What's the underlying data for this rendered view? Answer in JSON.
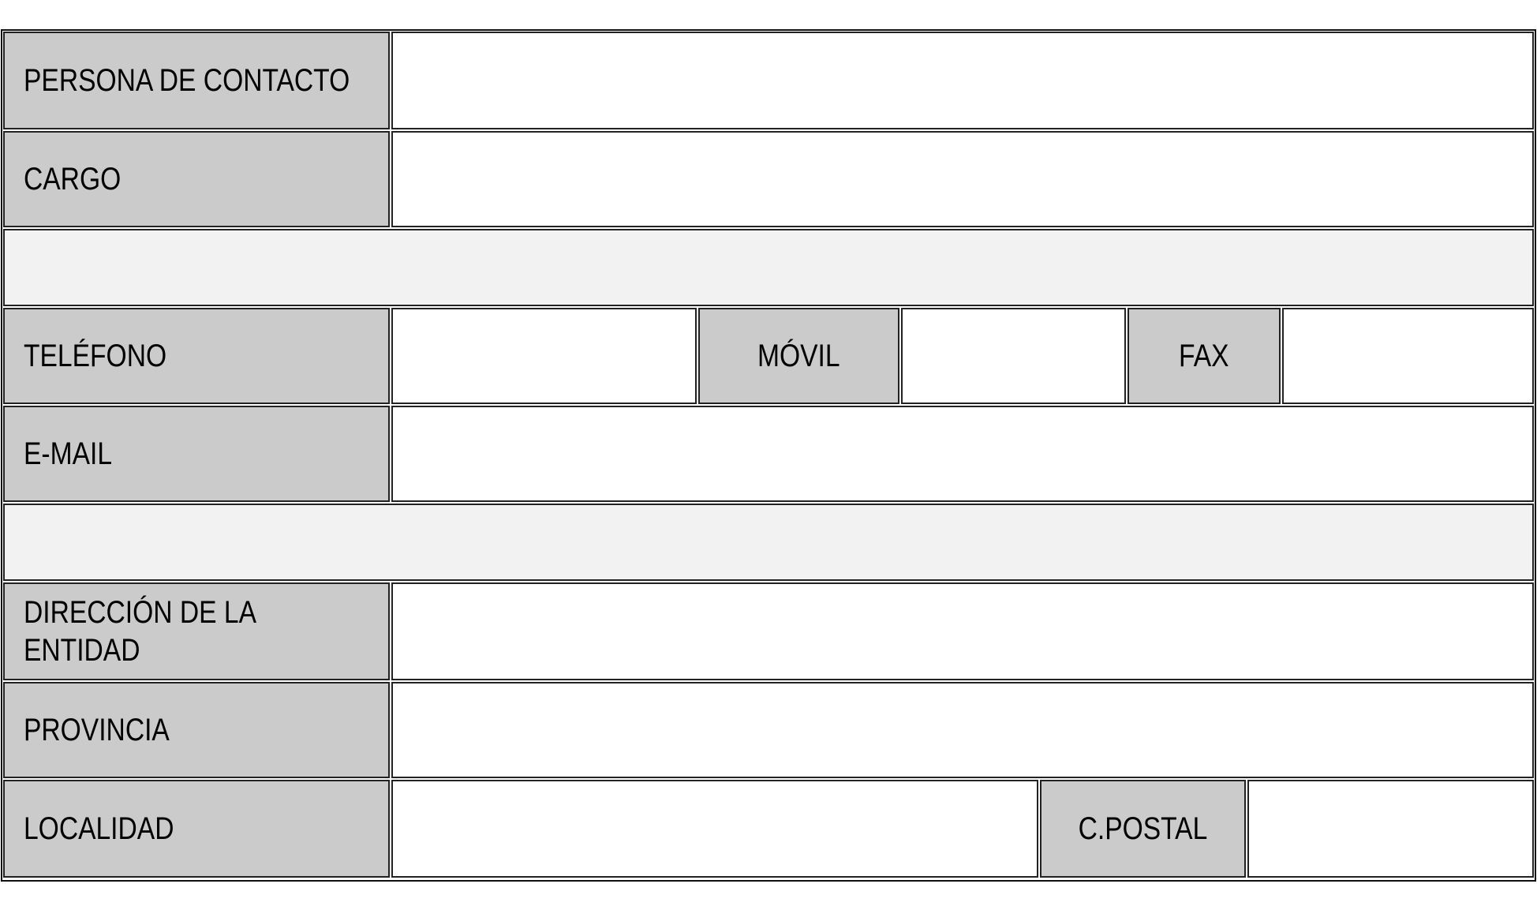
{
  "form": {
    "contact_person_label": "PERSONA DE CONTACTO",
    "position_label": "CARGO",
    "phone_label": "TELÉFONO",
    "mobile_label": "MÓVIL",
    "fax_label": "FAX",
    "email_label": "E-MAIL",
    "address_label_line1": "DIRECCIÓN DE LA",
    "address_label_line2": "ENTIDAD",
    "province_label": "PROVINCIA",
    "locality_label": "LOCALIDAD",
    "postal_code_label": "C.POSTAL"
  },
  "colors": {
    "label_bg": "#cbcbcb",
    "spacer_bg": "#f2f2f2",
    "border": "#222222"
  }
}
